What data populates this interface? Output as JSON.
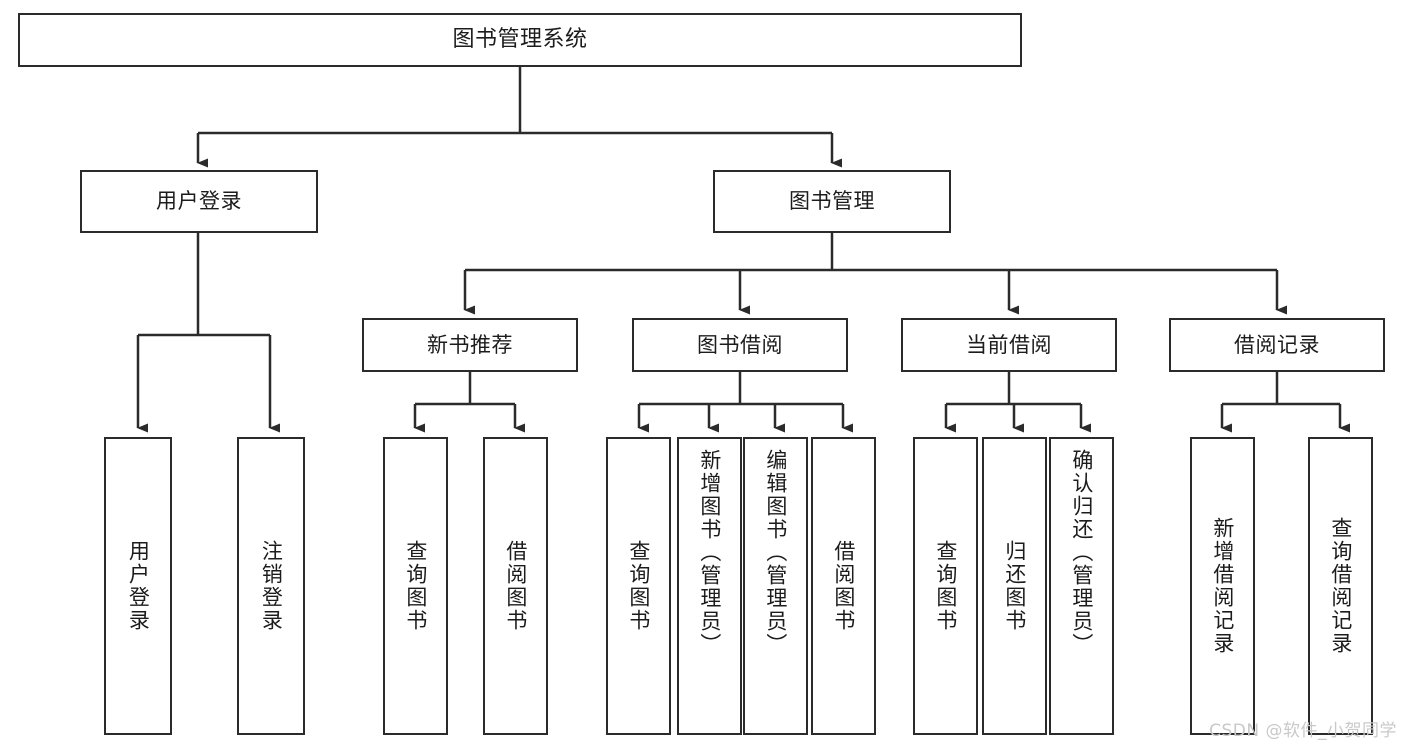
{
  "diagram": {
    "title": "图书管理系统",
    "watermark": "CSDN @软件_小贺同学",
    "colors": {
      "stroke": "#2b2b2b",
      "fill": "#ffffff",
      "text": "#1c1c1c",
      "watermark": "#c9c9c9"
    },
    "levels": {
      "level1": [
        {
          "id": "root",
          "label": "图书管理系统"
        }
      ],
      "level2": [
        {
          "id": "user-login",
          "label": "用户登录"
        },
        {
          "id": "book-management",
          "label": "图书管理"
        }
      ],
      "level3": [
        {
          "id": "new-book-recommend",
          "label": "新书推荐"
        },
        {
          "id": "book-borrow",
          "label": "图书借阅"
        },
        {
          "id": "current-borrow",
          "label": "当前借阅"
        },
        {
          "id": "borrow-record",
          "label": "借阅记录"
        }
      ],
      "level4": [
        {
          "id": "leaf-user-login",
          "label": "用户登录",
          "parent": "user-login"
        },
        {
          "id": "leaf-logout",
          "label": "注销登录",
          "parent": "user-login"
        },
        {
          "id": "leaf-query-book-1",
          "label": "查询图书",
          "parent": "new-book-recommend"
        },
        {
          "id": "leaf-borrow-book-1",
          "label": "借阅图书",
          "parent": "new-book-recommend"
        },
        {
          "id": "leaf-query-book-2",
          "label": "查询图书",
          "parent": "book-borrow"
        },
        {
          "id": "leaf-add-book",
          "label": "新增图书（管理员）",
          "parent": "book-borrow"
        },
        {
          "id": "leaf-edit-book",
          "label": "编辑图书（管理员）",
          "parent": "book-borrow"
        },
        {
          "id": "leaf-borrow-book-2",
          "label": "借阅图书",
          "parent": "book-borrow"
        },
        {
          "id": "leaf-query-book-3",
          "label": "查询图书",
          "parent": "current-borrow"
        },
        {
          "id": "leaf-return-book",
          "label": "归还图书",
          "parent": "current-borrow"
        },
        {
          "id": "leaf-confirm-return",
          "label": "确认归还（管理员）",
          "parent": "current-borrow"
        },
        {
          "id": "leaf-add-record",
          "label": "新增借阅记录",
          "parent": "borrow-record"
        },
        {
          "id": "leaf-query-record",
          "label": "查询借阅记录",
          "parent": "borrow-record"
        }
      ]
    }
  }
}
